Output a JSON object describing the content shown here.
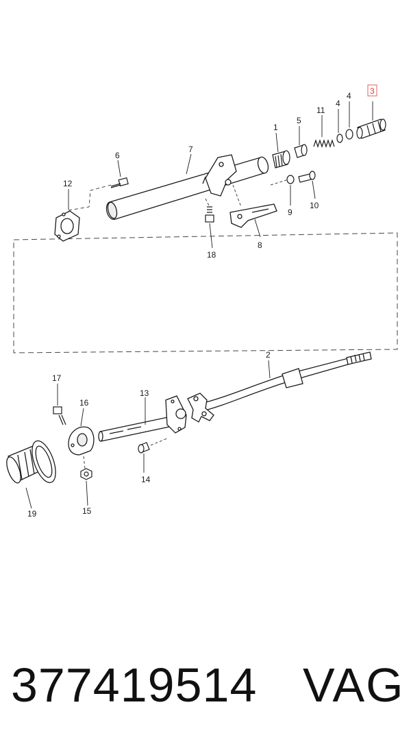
{
  "callouts": {
    "c1": "1",
    "c2": "2",
    "c3": "3",
    "c4a": "4",
    "c4b": "4",
    "c5": "5",
    "c6": "6",
    "c7": "7",
    "c8": "8",
    "c9": "9",
    "c10": "10",
    "c11": "11",
    "c12": "12",
    "c13": "13",
    "c14": "14",
    "c15": "15",
    "c16": "16",
    "c17": "17",
    "c18": "18",
    "c19": "19"
  },
  "highlighted_callout": "3",
  "footer": {
    "part_number": "377419514",
    "brand": "VAG"
  },
  "colors": {
    "line": "#1a1a1a",
    "highlight": "#e06060",
    "background": "#ffffff"
  }
}
